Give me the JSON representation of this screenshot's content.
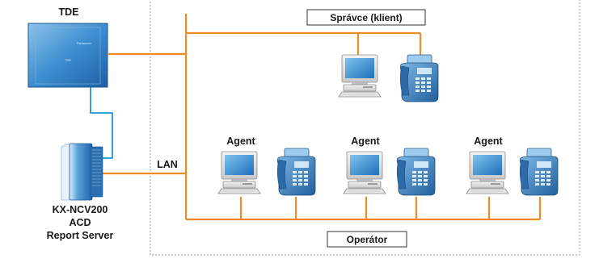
{
  "labels": {
    "tde": "TDE",
    "server_line1": "KX-NCV200",
    "server_line2": "ACD",
    "server_line3": "Report Server",
    "lan": "LAN",
    "admin": "Správce (klient)",
    "operator": "Operátor",
    "agent": "Agent",
    "pbx_brand": "Panasonic",
    "pbx_model": "TDE"
  },
  "agents": [
    "Agent",
    "Agent",
    "Agent"
  ],
  "colors": {
    "lan_line": "#f08a24",
    "server_link": "#3aa0d8",
    "pbx_blue": "#2b7fc4",
    "device_blue": "#3f8fd0",
    "dotted_border": "#9a9a9a"
  },
  "icons": {
    "pbx": "pbx-unit-icon",
    "server": "server-tower-icon",
    "computer": "computer-icon",
    "phone": "desk-phone-icon"
  }
}
